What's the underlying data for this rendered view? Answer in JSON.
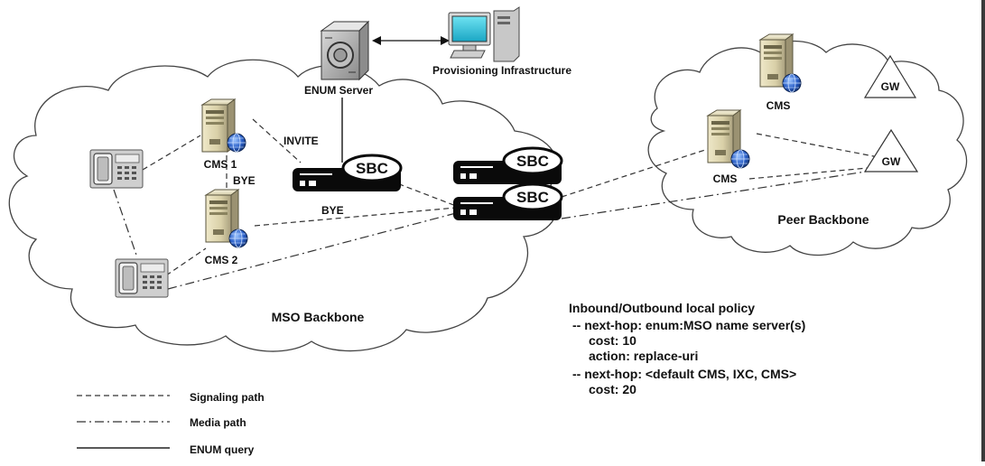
{
  "nodes": {
    "enum_server": "ENUM Server",
    "provisioning": "Provisioning Infrastructure",
    "cms1": "CMS 1",
    "cms2": "CMS 2",
    "peer_cms_top": "CMS",
    "peer_cms": "CMS",
    "gw_top": "GW",
    "gw": "GW",
    "sbc": "SBC"
  },
  "edge_labels": {
    "invite": "INVITE",
    "bye_vertical": "BYE",
    "bye_horizontal": "BYE"
  },
  "regions": {
    "mso": "MSO Backbone",
    "peer": "Peer Backbone"
  },
  "policy": {
    "title": "Inbound/Outbound local policy",
    "lines": [
      "-- next-hop: enum:MSO name server(s)",
      "cost: 10",
      "action: replace-uri",
      "-- next-hop: <default CMS, IXC, CMS>",
      "cost: 20"
    ]
  },
  "legend": {
    "signaling": "Signaling path",
    "media": "Media path",
    "enum": "ENUM query"
  }
}
